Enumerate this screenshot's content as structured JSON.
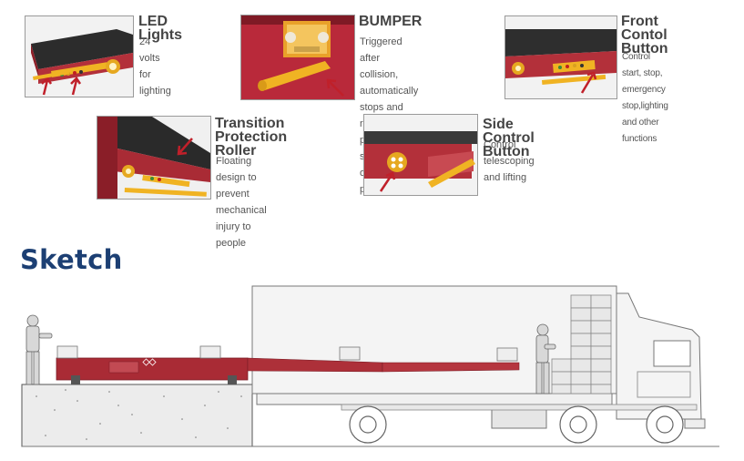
{
  "features": [
    {
      "id": "led-lights",
      "title": "LED Lights",
      "description": "24 volts for lighting"
    },
    {
      "id": "bumper",
      "title": "BUMPER",
      "description": "Triggered after collision,\nautomatically stops and\nretreats to protect the safety\nof goods and personnel"
    },
    {
      "id": "front-control-button",
      "title": "Front Contol\nButton",
      "description": "Control start, stop,\nemergency stop,lighting\nand other functions"
    },
    {
      "id": "transition-protection-roller",
      "title": "Transition\nProtection Roller",
      "description": "Floating design to prevent\nmechanical injury to people"
    },
    {
      "id": "side-control-button",
      "title": "Side Control Button",
      "description": "Control telescoping and lifting"
    }
  ],
  "sketch": {
    "heading": "Sketch"
  },
  "colors": {
    "heading_blue": "#1c3f73",
    "conveyor_red": "#a92b35",
    "roller_yellow": "#f0b323",
    "text_gray": "#4a4a4a"
  },
  "icons": [
    "red-arrow-icon",
    "conveyor-photo",
    "worker-figure",
    "truck-drawing"
  ]
}
